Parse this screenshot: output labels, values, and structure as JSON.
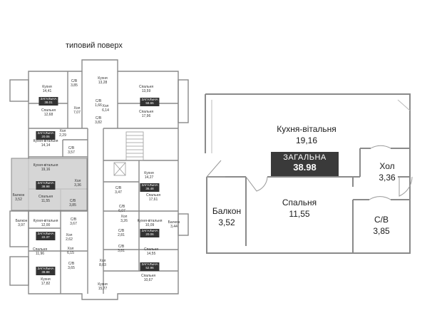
{
  "floor_title": "типовий поверх",
  "big_plan": {
    "total_label": "ЗАГАЛЬНА",
    "total_value": "38.98",
    "rooms": [
      {
        "name": "Кухня-вітальня",
        "area": "19,16"
      },
      {
        "name": "Хол",
        "area": "3,36"
      },
      {
        "name": "Спальня",
        "area": "11,55"
      },
      {
        "name": "Балкон",
        "area": "3,52"
      },
      {
        "name": "С/В",
        "area": "3,85"
      }
    ]
  },
  "small_plan": {
    "labels": [
      {
        "text": "Кухня",
        "sub": "14,41"
      },
      {
        "text": "С/В",
        "sub": "3,85"
      },
      {
        "text": "Хол",
        "sub": "7,07"
      },
      {
        "text": "Спальня",
        "sub": "12,68"
      },
      {
        "text": "Кухня",
        "sub": "13,28"
      },
      {
        "text": "С/В",
        "sub": "1,66"
      },
      {
        "text": "Хол",
        "sub": "6,14"
      },
      {
        "text": "С/В",
        "sub": "3,82"
      },
      {
        "text": "Спальня",
        "sub": "13,59"
      },
      {
        "text": "Спальня",
        "sub": "17,96"
      },
      {
        "text": "Хол",
        "sub": "2,29"
      },
      {
        "text": "Кухня-вітальня",
        "sub": "14,14"
      },
      {
        "text": "С/В",
        "sub": "3,57"
      },
      {
        "text": "Кухня-вітальня",
        "sub": "19,16"
      },
      {
        "text": "Хол",
        "sub": "3,36"
      },
      {
        "text": "Балкон",
        "sub": "3,52"
      },
      {
        "text": "Спальня",
        "sub": "11,55"
      },
      {
        "text": "С/В",
        "sub": "3,85"
      },
      {
        "text": "С/В",
        "sub": "3,47"
      },
      {
        "text": "Кухня",
        "sub": "14,27"
      },
      {
        "text": "Спальня",
        "sub": "17,61"
      },
      {
        "text": "С/В",
        "sub": "6,07"
      },
      {
        "text": "Хол",
        "sub": "3,26"
      },
      {
        "text": "Балкон",
        "sub": "3,97"
      },
      {
        "text": "Кухня-вітальня",
        "sub": "12,00"
      },
      {
        "text": "С/В",
        "sub": "3,67"
      },
      {
        "text": "Хол",
        "sub": "2,62"
      },
      {
        "text": "Кухня-вітальня",
        "sub": "10,09"
      },
      {
        "text": "С/В",
        "sub": "2,81"
      },
      {
        "text": "Балкон",
        "sub": "3,44"
      },
      {
        "text": "Спальня",
        "sub": "11,96"
      },
      {
        "text": "Хол",
        "sub": "6,15"
      },
      {
        "text": "С/В",
        "sub": "3,81"
      },
      {
        "text": "Спальня",
        "sub": "14,55"
      },
      {
        "text": "С/В",
        "sub": "3,65"
      },
      {
        "text": "Хол",
        "sub": "8,03"
      },
      {
        "text": "Кухня",
        "sub": "17,82"
      },
      {
        "text": "Кухня",
        "sub": "15,77"
      },
      {
        "text": "Спальня",
        "sub": "10,67"
      }
    ],
    "badges": [
      {
        "label": "ЗАГАЛЬНА",
        "value": "38.01"
      },
      {
        "label": "ЗАГАЛЬНА",
        "value": "58.65"
      },
      {
        "label": "ЗАГАЛЬНА",
        "value": "20.06"
      },
      {
        "label": "ЗАГАЛЬНА",
        "value": "38.98"
      },
      {
        "label": "ЗАГАЛЬНА",
        "value": "36.48"
      },
      {
        "label": "ЗАГАЛЬНА",
        "value": "22.37"
      },
      {
        "label": "ЗАГАЛЬНА",
        "value": "20.06"
      },
      {
        "label": "ЗАГАЛЬНА",
        "value": "39.88"
      },
      {
        "label": "ЗАГАЛЬНА",
        "value": "52.96"
      }
    ]
  }
}
